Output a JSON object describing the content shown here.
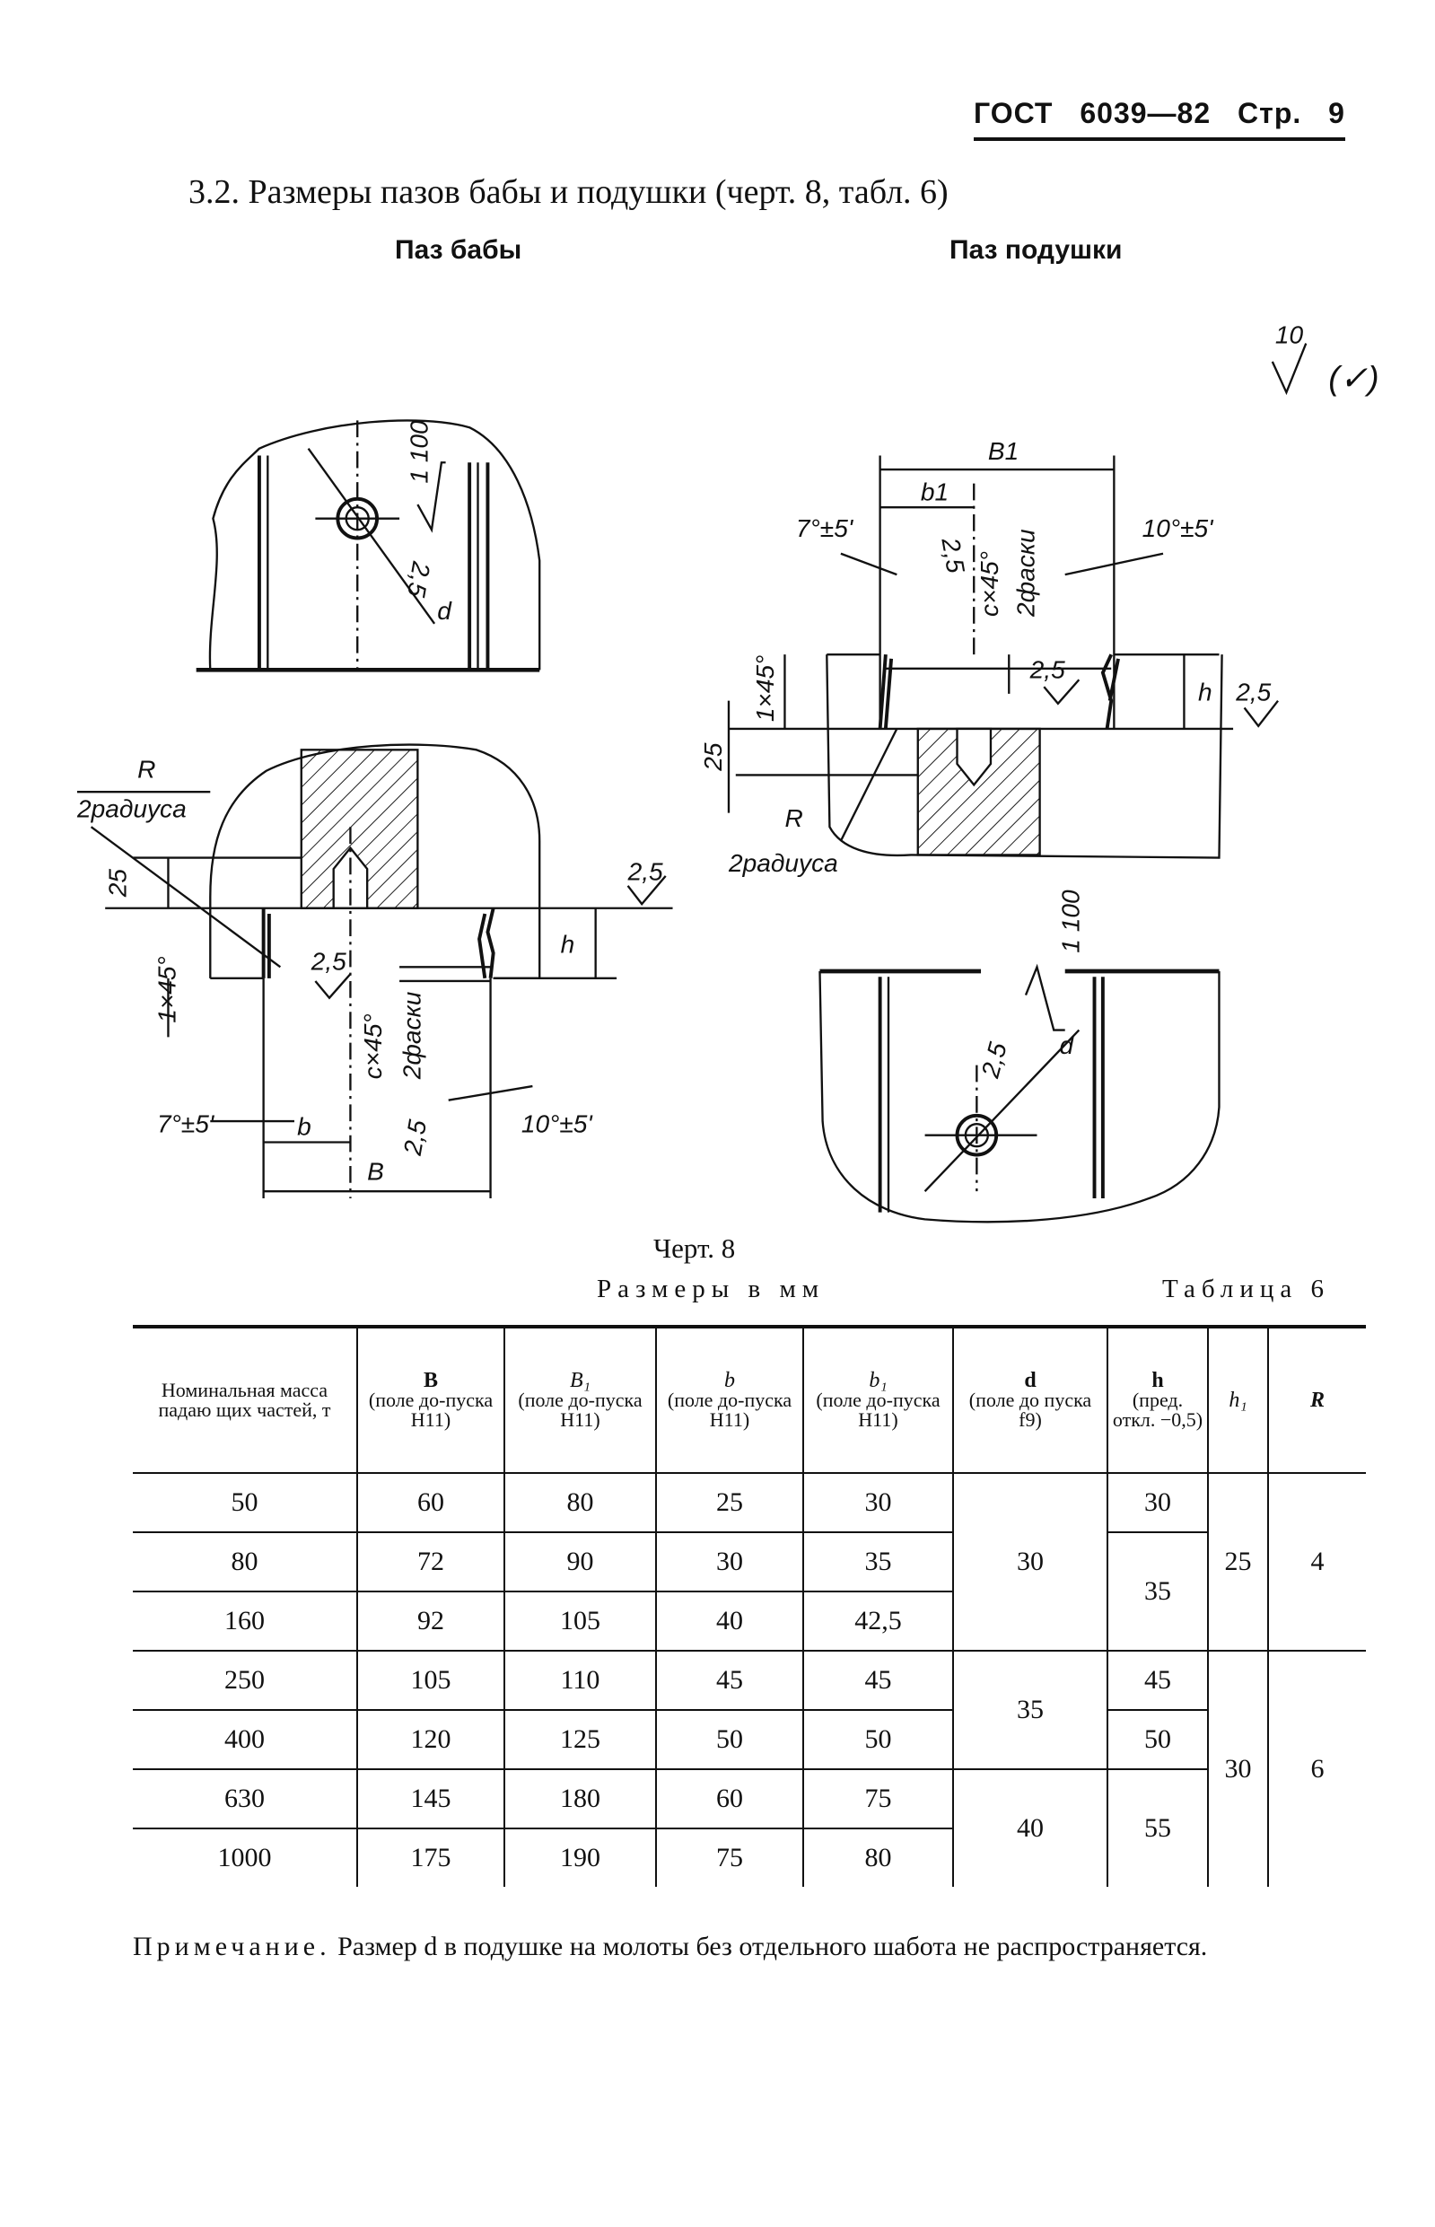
{
  "header": {
    "standard": "ГОСТ 6039—82",
    "page": "Стр. 9"
  },
  "title": "3.2. Размеры пазов бабы и подушки (черт. 8, табл. 6)",
  "drawing": {
    "left_title": "Паз бабы",
    "right_title": "Паз подушки",
    "roughness_general": "10",
    "roughness_parenthetical": "(✓)",
    "left_labels": {
      "ratio": "1 100",
      "roughness1": "2,5",
      "d": "d",
      "R": "R",
      "radii": "2радиуса",
      "dim25": "25",
      "chamfer1": "1×45°",
      "roughness2": "2,5",
      "roughness3": "2,5",
      "h": "h",
      "chamfer_c": "c×45°",
      "chamfers": "2фаски",
      "angle_left": "7°±5'",
      "angle_right": "10°±5'",
      "b": "b",
      "roughness4": "2,5",
      "B": "B"
    },
    "right_labels": {
      "B1": "B1",
      "b1": "b1",
      "angle_left": "7°±5'",
      "angle_right": "10°±5'",
      "roughness1": "2,5",
      "chamfer_c": "c×45°",
      "chamfers": "2фаски",
      "chamfer1": "1×45°",
      "roughness2": "2,5",
      "h": "h",
      "roughness3": "2,5",
      "dim25": "25",
      "R": "R",
      "radii": "2радиуса",
      "ratio": "1 100",
      "d": "d",
      "roughness4": "2,5"
    },
    "caption": "Черт. 8"
  },
  "table": {
    "units": "Размеры в мм",
    "number": "Таблица 6",
    "headers": {
      "mass": "Номинальная масса падаю щих частей, т",
      "B_sym": "B",
      "B_tol": "(поле до-пуска H11)",
      "B1_sym": "B₁",
      "B1_tol": "(поле до-пуска H11)",
      "b_sym": "b",
      "b_tol": "(поле до-пуска H11)",
      "b1_sym": "b₁",
      "b1_tol": "(поле до-пуска H11)",
      "d_sym": "d",
      "d_tol": "(поле до пуска f9)",
      "h_sym": "h",
      "h_tol": "(пред. откл. −0,5)",
      "h1_sym": "h₁",
      "R_sym": "R"
    },
    "rows": [
      {
        "mass": "50",
        "B": "60",
        "B1": "80",
        "b": "25",
        "b1": "30"
      },
      {
        "mass": "80",
        "B": "72",
        "B1": "90",
        "b": "30",
        "b1": "35"
      },
      {
        "mass": "160",
        "B": "92",
        "B1": "105",
        "b": "40",
        "b1": "42,5"
      },
      {
        "mass": "250",
        "B": "105",
        "B1": "110",
        "b": "45",
        "b1": "45"
      },
      {
        "mass": "400",
        "B": "120",
        "B1": "125",
        "b": "50",
        "b1": "50"
      },
      {
        "mass": "630",
        "B": "145",
        "B1": "180",
        "b": "60",
        "b1": "75"
      },
      {
        "mass": "1000",
        "B": "175",
        "B1": "190",
        "b": "75",
        "b1": "80"
      }
    ],
    "merged": {
      "d": [
        "30",
        "35",
        "40"
      ],
      "h": [
        "30",
        "35",
        "45",
        "50",
        "55"
      ],
      "h1": [
        "25",
        "30"
      ],
      "R": [
        "4",
        "6"
      ]
    }
  },
  "note": {
    "label": "Примечание.",
    "text": "Размер d в подушке на молоты без отдельного шабота не распространяется."
  }
}
